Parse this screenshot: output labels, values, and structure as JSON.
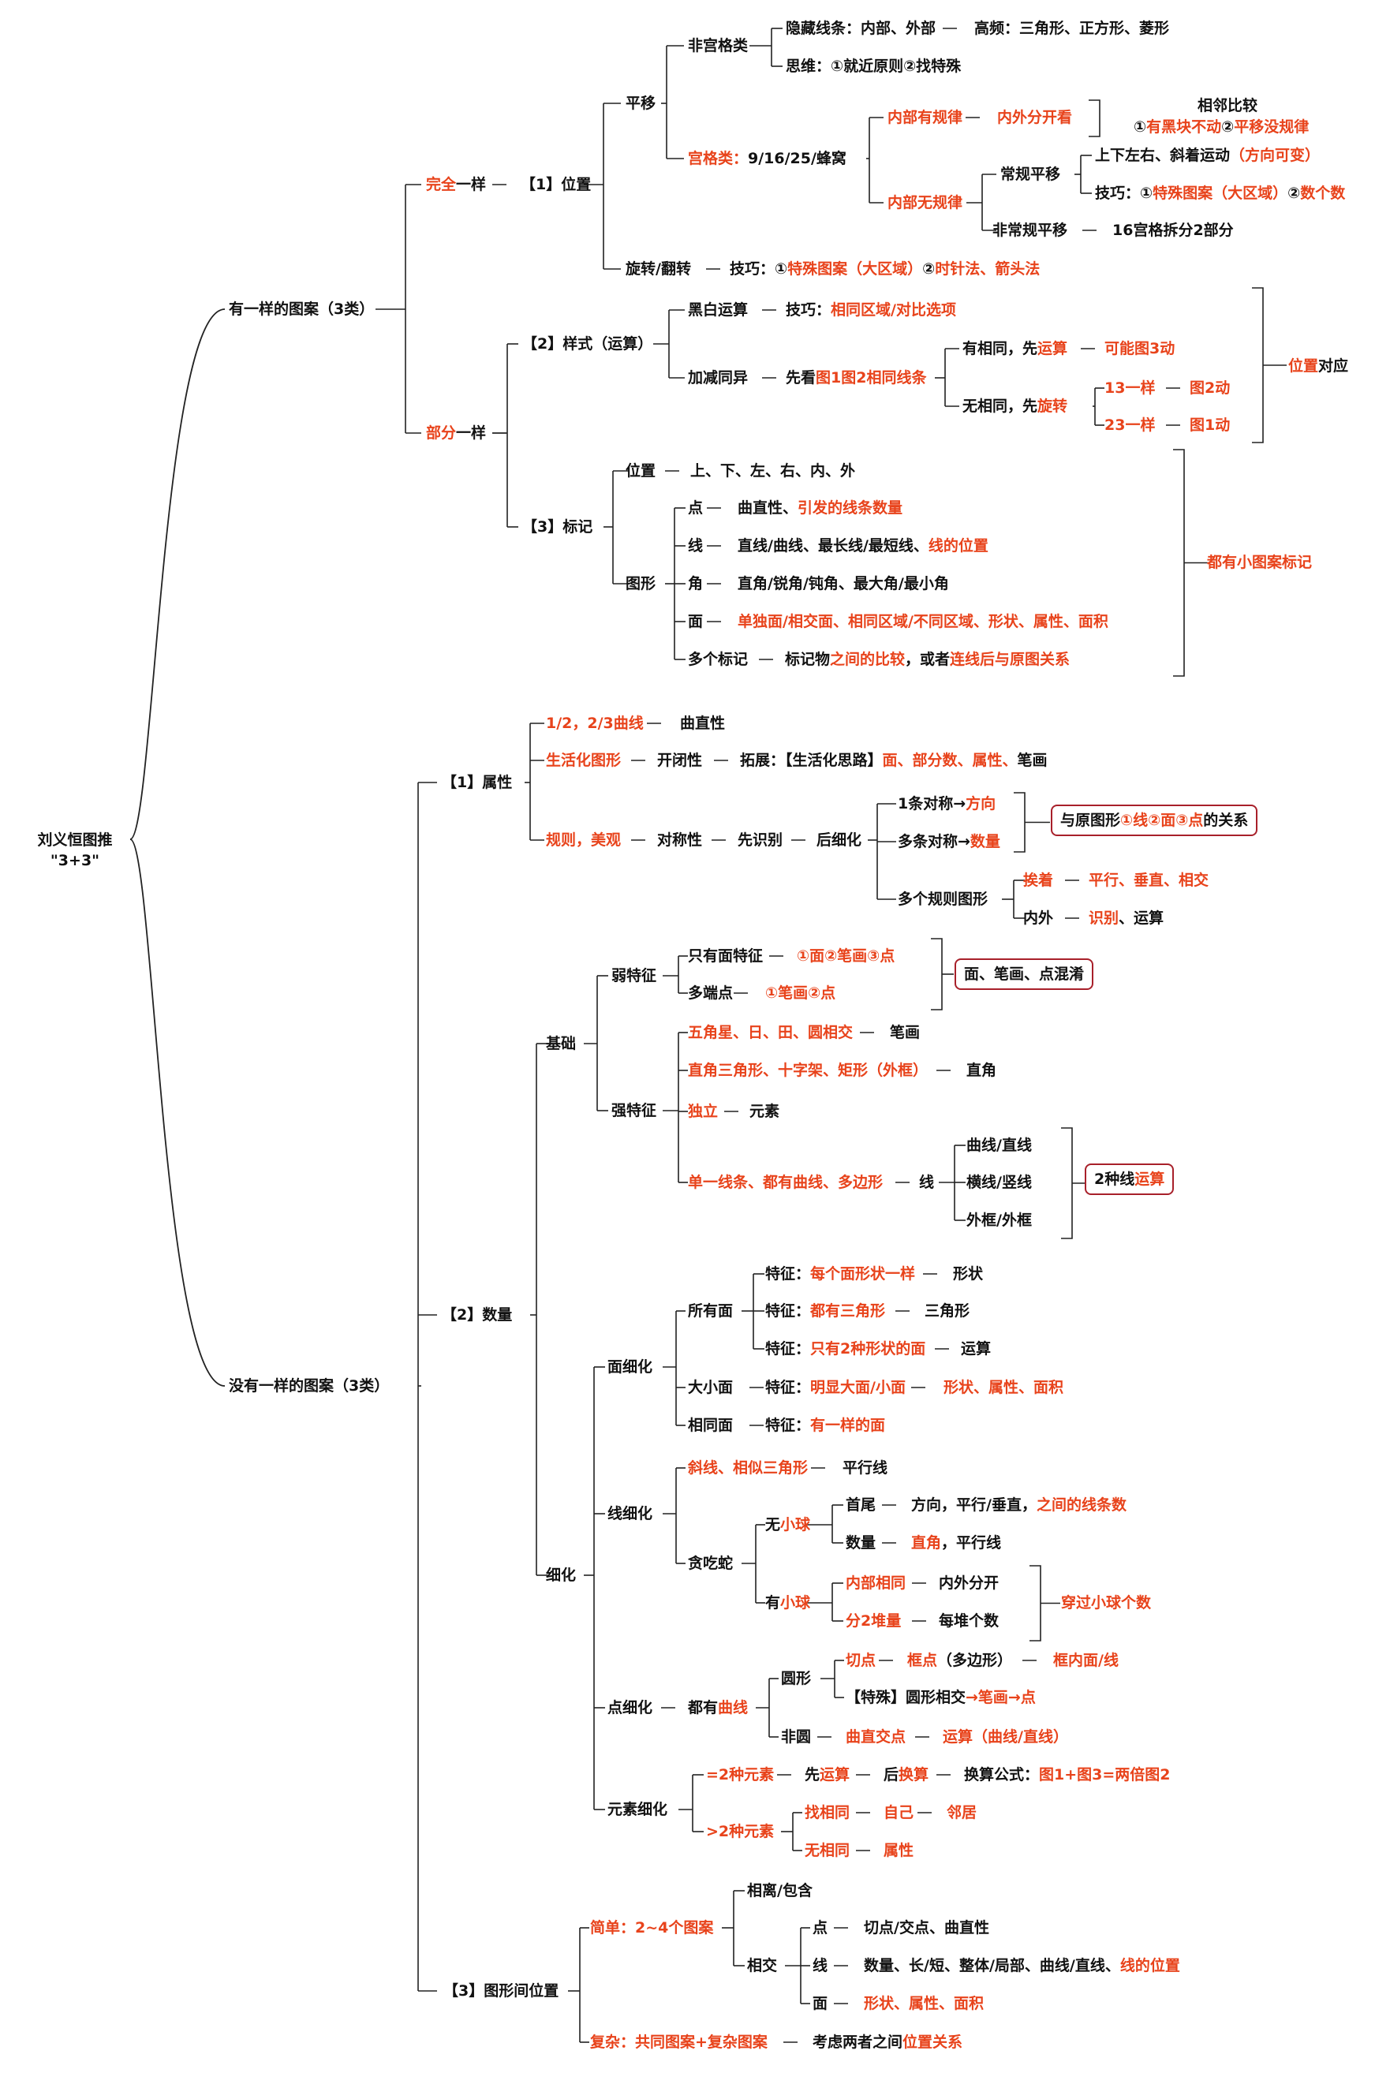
{
  "colors": {
    "accent": "#e8431b",
    "text": "#111111",
    "line": "#222222",
    "box_border": "#a8202a"
  },
  "nodes": {
    "root": [
      [
        {
          "t": "刘义恒图推",
          "c": "k"
        }
      ],
      [
        {
          "t": "\"3+3\"",
          "c": "k"
        }
      ]
    ],
    "a": [
      {
        "t": "有一样的图案（3类）",
        "c": "k"
      }
    ],
    "b": [
      {
        "t": "没有一样的图案（3类）",
        "c": "k"
      }
    ],
    "a1": [
      {
        "t": "完全",
        "c": "r"
      },
      {
        "t": "一样",
        "c": "k"
      }
    ],
    "a2": [
      {
        "t": "部分",
        "c": "r"
      },
      {
        "t": "一样",
        "c": "k"
      }
    ],
    "a1p": [
      {
        "t": "【1】位置",
        "c": "k"
      }
    ],
    "py": [
      {
        "t": "平移",
        "c": "k"
      }
    ],
    "xz": [
      {
        "t": "旋转/翻转",
        "c": "k"
      }
    ],
    "xz_tip": [
      {
        "t": "技巧：①",
        "c": "k"
      },
      {
        "t": "特殊图案（大区域）",
        "c": "r"
      },
      {
        "t": "②",
        "c": "k"
      },
      {
        "t": "时针法、箭头法",
        "c": "r"
      }
    ],
    "fgg": [
      {
        "t": "非宫格类",
        "c": "k"
      }
    ],
    "gg": [
      {
        "t": "宫格类：",
        "c": "r"
      },
      {
        "t": "9/16/25/蜂窝",
        "c": "k"
      }
    ],
    "yc": [
      {
        "t": "隐藏线条：内部、外部",
        "c": "k"
      }
    ],
    "yc2": [
      {
        "t": "高频：三角形、正方形、菱形",
        "c": "k"
      }
    ],
    "sw": [
      {
        "t": "思维：①就近原则②找特殊",
        "c": "k"
      }
    ],
    "nbyg": [
      {
        "t": "内部有规律",
        "c": "r"
      }
    ],
    "nwfk": [
      {
        "t": "内外分开看",
        "c": "r"
      }
    ],
    "xlbj": [
      {
        "t": "相邻比较",
        "c": "k"
      }
    ],
    "xlbj2": [
      {
        "t": "①",
        "c": "k"
      },
      {
        "t": "有黑块不动",
        "c": "r"
      },
      {
        "t": "②",
        "c": "k"
      },
      {
        "t": "平移没规律",
        "c": "r"
      }
    ],
    "nbwg": [
      {
        "t": "内部无规律",
        "c": "r"
      }
    ],
    "cgpy": [
      {
        "t": "常规平移",
        "c": "k"
      }
    ],
    "fcgpy": [
      {
        "t": "非常规平移",
        "c": "k"
      }
    ],
    "sxzy": [
      {
        "t": "上下左右、斜着运动",
        "c": "k"
      },
      {
        "t": "（方向可变）",
        "c": "r"
      }
    ],
    "jq2": [
      {
        "t": "技巧：①",
        "c": "k"
      },
      {
        "t": "特殊图案（大区域）",
        "c": "r"
      },
      {
        "t": "②",
        "c": "k"
      },
      {
        "t": "数个数",
        "c": "r"
      }
    ],
    "sixteen": [
      {
        "t": "16宫格拆分2部分",
        "c": "k"
      }
    ],
    "ys": [
      {
        "t": "【2】样式（运算）",
        "c": "k"
      }
    ],
    "hbys": [
      {
        "t": "黑白运算",
        "c": "k"
      }
    ],
    "hb_tip": [
      {
        "t": "技巧：",
        "c": "k"
      },
      {
        "t": "相同区域/对比选项",
        "c": "r"
      }
    ],
    "jjty": [
      {
        "t": "加减同异",
        "c": "k"
      }
    ],
    "xk": [
      {
        "t": "先看",
        "c": "k"
      },
      {
        "t": "图1图2相同线条",
        "c": "r"
      }
    ],
    "yxt": [
      {
        "t": "有相同，先",
        "c": "k"
      },
      {
        "t": "运算",
        "c": "r"
      }
    ],
    "knt3": [
      {
        "t": "可能图3动",
        "c": "r"
      }
    ],
    "wxt": [
      {
        "t": "无相同，先",
        "c": "k"
      },
      {
        "t": "旋转",
        "c": "r"
      }
    ],
    "s13": [
      {
        "t": "13一样",
        "c": "r"
      }
    ],
    "t2d": [
      {
        "t": "图2动",
        "c": "r"
      }
    ],
    "s23": [
      {
        "t": "23一样",
        "c": "r"
      }
    ],
    "t1d": [
      {
        "t": "图1动",
        "c": "r"
      }
    ],
    "wzdy": [
      {
        "t": "位置",
        "c": "r"
      },
      {
        "t": "对应",
        "c": "k"
      }
    ],
    "bj": [
      {
        "t": "【3】标记",
        "c": "k"
      }
    ],
    "wz": [
      {
        "t": "位置",
        "c": "k"
      }
    ],
    "wz2": [
      {
        "t": "上、下、左、右、内、外",
        "c": "k"
      }
    ],
    "tx": [
      {
        "t": "图形",
        "c": "k"
      }
    ],
    "dian": [
      {
        "t": "点",
        "c": "k"
      }
    ],
    "dian2": [
      {
        "t": "曲直性、",
        "c": "k"
      },
      {
        "t": "引发的线条数量",
        "c": "r"
      }
    ],
    "xian": [
      {
        "t": "线",
        "c": "k"
      }
    ],
    "xian2": [
      {
        "t": "直线/曲线、最长线/最短线、",
        "c": "k"
      },
      {
        "t": "线的位置",
        "c": "r"
      }
    ],
    "jiao": [
      {
        "t": "角",
        "c": "k"
      }
    ],
    "jiao2": [
      {
        "t": "直角/锐角/钝角、最大角/最小角",
        "c": "k"
      }
    ],
    "mian": [
      {
        "t": "面",
        "c": "k"
      }
    ],
    "mian2": [
      {
        "t": "单独面/相交面、相同区域/不同区域、形状、属性、面积",
        "c": "r"
      }
    ],
    "dgbj": [
      {
        "t": "多个标记",
        "c": "k"
      }
    ],
    "dgbj2": [
      {
        "t": "标记物",
        "c": "k"
      },
      {
        "t": "之间的比较",
        "c": "r"
      },
      {
        "t": "，或者",
        "c": "k"
      },
      {
        "t": "连线后与原图关系",
        "c": "r"
      }
    ],
    "dyxt": [
      {
        "t": "都有小图案标记",
        "c": "r"
      }
    ],
    "sx": [
      {
        "t": "【1】属性",
        "c": "k"
      }
    ],
    "bq": [
      {
        "t": "1/2，2/3曲线",
        "c": "r"
      }
    ],
    "bq2": [
      {
        "t": "曲直性",
        "c": "k"
      }
    ],
    "shh": [
      {
        "t": "生活化图形",
        "c": "r"
      }
    ],
    "kbx": [
      {
        "t": "开闭性",
        "c": "k"
      }
    ],
    "tz": [
      {
        "t": "拓展：【生活化思路】",
        "c": "k"
      },
      {
        "t": "面、部分数、属性、",
        "c": "r"
      },
      {
        "t": "笔画",
        "c": "k"
      }
    ],
    "gzmg": [
      {
        "t": "规则，美观",
        "c": "r"
      }
    ],
    "dcx": [
      {
        "t": "对称性",
        "c": "k"
      }
    ],
    "xsb": [
      {
        "t": "先识别",
        "c": "k"
      }
    ],
    "hxh": [
      {
        "t": "后细化",
        "c": "k"
      }
    ],
    "ytdc": [
      {
        "t": "1条对称→",
        "c": "k"
      },
      {
        "t": "方向",
        "c": "r"
      }
    ],
    "dtdc": [
      {
        "t": "多条对称→",
        "c": "k"
      },
      {
        "t": "数量",
        "c": "r"
      }
    ],
    "yytx": [
      {
        "t": "与原图形",
        "c": "k"
      },
      {
        "t": "①线②面③点",
        "c": "r"
      },
      {
        "t": "的关系",
        "c": "k"
      }
    ],
    "dggz": [
      {
        "t": "多个规则图形",
        "c": "k"
      }
    ],
    "az": [
      {
        "t": "挨着",
        "c": "r"
      }
    ],
    "az2": [
      {
        "t": "平行、垂直、相交",
        "c": "r"
      }
    ],
    "nw": [
      {
        "t": "内外",
        "c": "k"
      }
    ],
    "nw2": [
      {
        "t": "识别",
        "c": "r"
      },
      {
        "t": "、运算",
        "c": "k"
      }
    ],
    "sl": [
      {
        "t": "【2】数量",
        "c": "k"
      }
    ],
    "jc": [
      {
        "t": "基础",
        "c": "k"
      }
    ],
    "rtz": [
      {
        "t": "弱特征",
        "c": "k"
      }
    ],
    "zymt": [
      {
        "t": "只有面特征",
        "c": "k"
      }
    ],
    "zymt2": [
      {
        "t": "①面②笔画③点",
        "c": "r"
      }
    ],
    "ddd": [
      {
        "t": "多端点",
        "c": "k"
      }
    ],
    "ddd2": [
      {
        "t": "①笔画②点",
        "c": "r"
      }
    ],
    "mbd": [
      {
        "t": "面、笔画、点混淆",
        "c": "k"
      }
    ],
    "qtz": [
      {
        "t": "强特征",
        "c": "k"
      }
    ],
    "wjx": [
      {
        "t": "五角星、日、田、圆相交",
        "c": "r"
      }
    ],
    "wjx2": [
      {
        "t": "笔画",
        "c": "k"
      }
    ],
    "zjsj": [
      {
        "t": "直角三角形、十字架、矩形（外框）",
        "c": "r"
      }
    ],
    "zjsj2": [
      {
        "t": "直角",
        "c": "k"
      }
    ],
    "dl": [
      {
        "t": "独立",
        "c": "r"
      }
    ],
    "dl2": [
      {
        "t": "元素",
        "c": "k"
      }
    ],
    "dyxt2": [
      {
        "t": "单一线条、都有曲线、多边形",
        "c": "r"
      }
    ],
    "xian3": [
      {
        "t": "线",
        "c": "k"
      }
    ],
    "qxzx": [
      {
        "t": "曲线/直线",
        "c": "k"
      }
    ],
    "hxsx": [
      {
        "t": "横线/竖线",
        "c": "k"
      }
    ],
    "wkwk": [
      {
        "t": "外框/外框",
        "c": "k"
      }
    ],
    "ezxys": [
      {
        "t": "2种线",
        "c": "k"
      },
      {
        "t": "运算",
        "c": "r"
      }
    ],
    "xh": [
      {
        "t": "细化",
        "c": "k"
      }
    ],
    "mxh": [
      {
        "t": "面细化",
        "c": "k"
      }
    ],
    "sym": [
      {
        "t": "所有面",
        "c": "k"
      }
    ],
    "tz1": [
      {
        "t": "特征：",
        "c": "k"
      },
      {
        "t": "每个面形状一样",
        "c": "r"
      }
    ],
    "tz1b": [
      {
        "t": "形状",
        "c": "k"
      }
    ],
    "tz2": [
      {
        "t": "特征：",
        "c": "k"
      },
      {
        "t": "都有三角形",
        "c": "r"
      }
    ],
    "tz2b": [
      {
        "t": "三角形",
        "c": "k"
      }
    ],
    "tz3": [
      {
        "t": "特征：",
        "c": "k"
      },
      {
        "t": "只有2种形状的面",
        "c": "r"
      }
    ],
    "tz3b": [
      {
        "t": "运算",
        "c": "k"
      }
    ],
    "dxm": [
      {
        "t": "大小面",
        "c": "k"
      }
    ],
    "dxm2": [
      {
        "t": "特征：",
        "c": "k"
      },
      {
        "t": "明显大面/小面",
        "c": "r"
      }
    ],
    "dxm3": [
      {
        "t": "形状、属性、面积",
        "c": "r"
      }
    ],
    "xtm": [
      {
        "t": "相同面",
        "c": "k"
      }
    ],
    "xtm2": [
      {
        "t": "特征：",
        "c": "k"
      },
      {
        "t": "有一样的面",
        "c": "r"
      }
    ],
    "xxh": [
      {
        "t": "线细化",
        "c": "k"
      }
    ],
    "xx": [
      {
        "t": "斜线、相似三角形",
        "c": "r"
      }
    ],
    "xx2": [
      {
        "t": "平行线",
        "c": "k"
      }
    ],
    "tcs": [
      {
        "t": "贪吃蛇",
        "c": "k"
      }
    ],
    "wxq": [
      {
        "t": "无",
        "c": "k"
      },
      {
        "t": "小球",
        "c": "r"
      }
    ],
    "sw2": [
      {
        "t": "首尾",
        "c": "k"
      }
    ],
    "sw3": [
      {
        "t": "方向，平行/垂直，",
        "c": "k"
      },
      {
        "t": "之间的线条数",
        "c": "r"
      }
    ],
    "slg": [
      {
        "t": "数量",
        "c": "k"
      }
    ],
    "slg2": [
      {
        "t": "直角",
        "c": "r"
      },
      {
        "t": "，平行线",
        "c": "k"
      }
    ],
    "yxq": [
      {
        "t": "有",
        "c": "k"
      },
      {
        "t": "小球",
        "c": "r"
      }
    ],
    "nbxt": [
      {
        "t": "内部相同",
        "c": "r"
      }
    ],
    "nbxt2": [
      {
        "t": "内外分开",
        "c": "k"
      }
    ],
    "f2d": [
      {
        "t": "分2堆量",
        "c": "r"
      }
    ],
    "f2d2": [
      {
        "t": "每堆个数",
        "c": "k"
      }
    ],
    "cgxq": [
      {
        "t": "穿过小球个数",
        "c": "r"
      }
    ],
    "dxh": [
      {
        "t": "点细化",
        "c": "k"
      }
    ],
    "dyqx": [
      {
        "t": "都有",
        "c": "k"
      },
      {
        "t": "曲线",
        "c": "r"
      }
    ],
    "yx": [
      {
        "t": "圆形",
        "c": "k"
      }
    ],
    "qd": [
      {
        "t": "切点",
        "c": "r"
      }
    ],
    "kd": [
      {
        "t": "框点",
        "c": "r"
      },
      {
        "t": "（多边形）",
        "c": "k"
      }
    ],
    "knm": [
      {
        "t": "框内面/线",
        "c": "r"
      }
    ],
    "tsyx": [
      {
        "t": "【特殊】圆形相交",
        "c": "k"
      },
      {
        "t": "→笔画→点",
        "c": "r"
      }
    ],
    "fy": [
      {
        "t": "非圆",
        "c": "k"
      }
    ],
    "qzjd": [
      {
        "t": "曲直交点",
        "c": "r"
      }
    ],
    "ysqz": [
      {
        "t": "运算（曲线/直线）",
        "c": "r"
      }
    ],
    "ysxh": [
      {
        "t": "元素细化",
        "c": "k"
      }
    ],
    "e2": [
      {
        "t": "=2种元素",
        "c": "r"
      }
    ],
    "xys": [
      {
        "t": "先",
        "c": "k"
      },
      {
        "t": "运算",
        "c": "r"
      }
    ],
    "hhs": [
      {
        "t": "后",
        "c": "k"
      },
      {
        "t": "换算",
        "c": "r"
      }
    ],
    "hsgs": [
      {
        "t": "换算公式：",
        "c": "k"
      },
      {
        "t": "图1+图3=两倍图2",
        "c": "r"
      }
    ],
    "g2": [
      {
        "t": ">2种元素",
        "c": "r"
      }
    ],
    "zxt": [
      {
        "t": "找相同",
        "c": "r"
      }
    ],
    "zj": [
      {
        "t": "自己",
        "c": "r"
      }
    ],
    "lj": [
      {
        "t": "邻居",
        "c": "r"
      }
    ],
    "wxt2": [
      {
        "t": "无相同",
        "c": "r"
      }
    ],
    "sx2": [
      {
        "t": "属性",
        "c": "r"
      }
    ],
    "txjwz": [
      {
        "t": "【3】图形间位置",
        "c": "k"
      }
    ],
    "jd": [
      {
        "t": "简单：2~4个图案",
        "c": "r"
      }
    ],
    "xlbh": [
      {
        "t": "相离/包含",
        "c": "k"
      }
    ],
    "xj": [
      {
        "t": "相交",
        "c": "k"
      }
    ],
    "d4": [
      {
        "t": "点",
        "c": "k"
      }
    ],
    "d4b": [
      {
        "t": "切点/交点、曲直性",
        "c": "k"
      }
    ],
    "x4": [
      {
        "t": "线",
        "c": "k"
      }
    ],
    "x4b": [
      {
        "t": "数量、长/短、整体/局部、曲线/直线、",
        "c": "k"
      },
      {
        "t": "线的位置",
        "c": "r"
      }
    ],
    "m4": [
      {
        "t": "面",
        "c": "k"
      }
    ],
    "m4b": [
      {
        "t": "形状、属性、面积",
        "c": "r"
      }
    ],
    "fz": [
      {
        "t": "复杂：共同图案+复杂图案",
        "c": "r"
      }
    ],
    "fz2": [
      {
        "t": "考虑两者之间",
        "c": "k"
      },
      {
        "t": "位置关系",
        "c": "r"
      }
    ]
  }
}
